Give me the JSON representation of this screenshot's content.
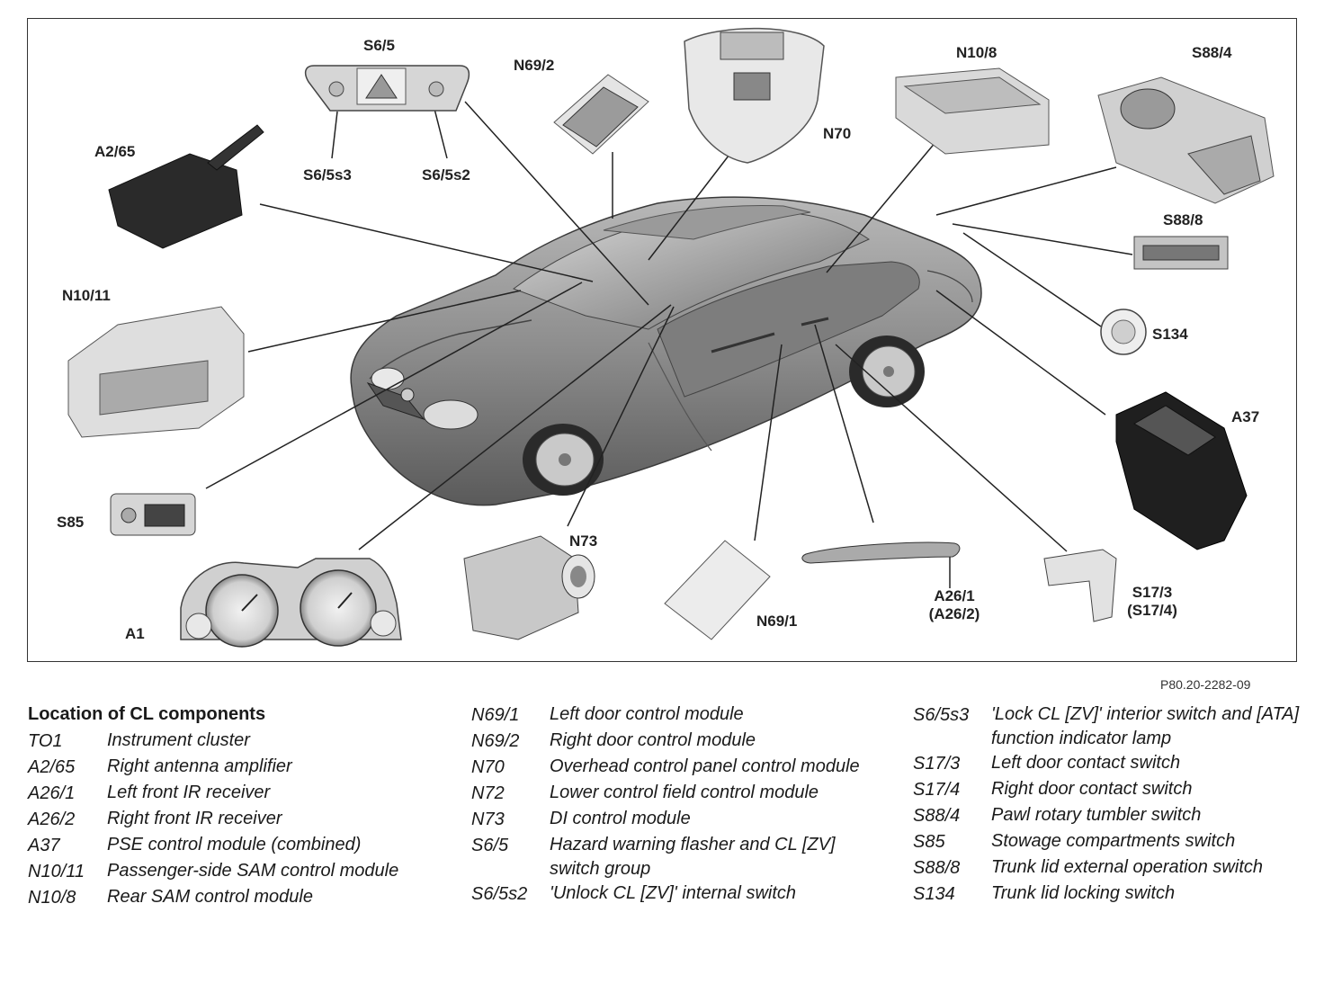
{
  "figure": {
    "labels": {
      "s6_5": "S6/5",
      "s6_5s3": "S6/5s3",
      "s6_5s2": "S6/5s2",
      "n69_2": "N69/2",
      "n70": "N70",
      "n10_8": "N10/8",
      "s88_4": "S88/4",
      "a2_65": "A2/65",
      "s88_8": "S88/8",
      "n10_11": "N10/11",
      "s134": "S134",
      "a37": "A37",
      "s85": "S85",
      "n73": "N73",
      "a1": "A1",
      "n69_1": "N69/1",
      "a26_1": "A26/1",
      "a26_2": "(A26/2)",
      "s17_3": "S17/3",
      "s17_4": "(S17/4)"
    },
    "reference": "P80.20-2282-09"
  },
  "legend": {
    "title": "Location of CL components",
    "col1": [
      {
        "code": "TO1",
        "desc": "Instrument cluster"
      },
      {
        "code": "A2/65",
        "desc": "Right antenna amplifier"
      },
      {
        "code": "A26/1",
        "desc": "Left front IR receiver"
      },
      {
        "code": "A26/2",
        "desc": "Right front IR receiver"
      },
      {
        "code": "A37",
        "desc": "PSE control module (combined)"
      },
      {
        "code": "N10/11",
        "desc": "Passenger-side SAM control module"
      },
      {
        "code": "N10/8",
        "desc": "Rear SAM control module"
      }
    ],
    "col2": [
      {
        "code": "N69/1",
        "desc": "Left door control module"
      },
      {
        "code": "N69/2",
        "desc": "Right door control module"
      },
      {
        "code": "N70",
        "desc": "Overhead control panel control module"
      },
      {
        "code": "N72",
        "desc": "Lower control field control module"
      },
      {
        "code": "N73",
        "desc": "DI control module"
      },
      {
        "code": "S6/5",
        "desc": "Hazard warning flasher and CL [ZV] switch group"
      },
      {
        "code": "S6/5s2",
        "desc": "'Unlock CL [ZV]' internal switch"
      }
    ],
    "col3": [
      {
        "code": "S6/5s3",
        "desc": "'Lock CL [ZV]' interior switch and [ATA] function indicator lamp"
      },
      {
        "code": "S17/3",
        "desc": "Left door contact switch"
      },
      {
        "code": "S17/4",
        "desc": "Right door contact switch"
      },
      {
        "code": "S88/4",
        "desc": "Pawl rotary tumbler switch"
      },
      {
        "code": "S85",
        "desc": "Stowage compartments switch"
      },
      {
        "code": "S88/8",
        "desc": "Trunk lid external operation switch"
      },
      {
        "code": "S134",
        "desc": "Trunk lid locking switch"
      }
    ]
  }
}
